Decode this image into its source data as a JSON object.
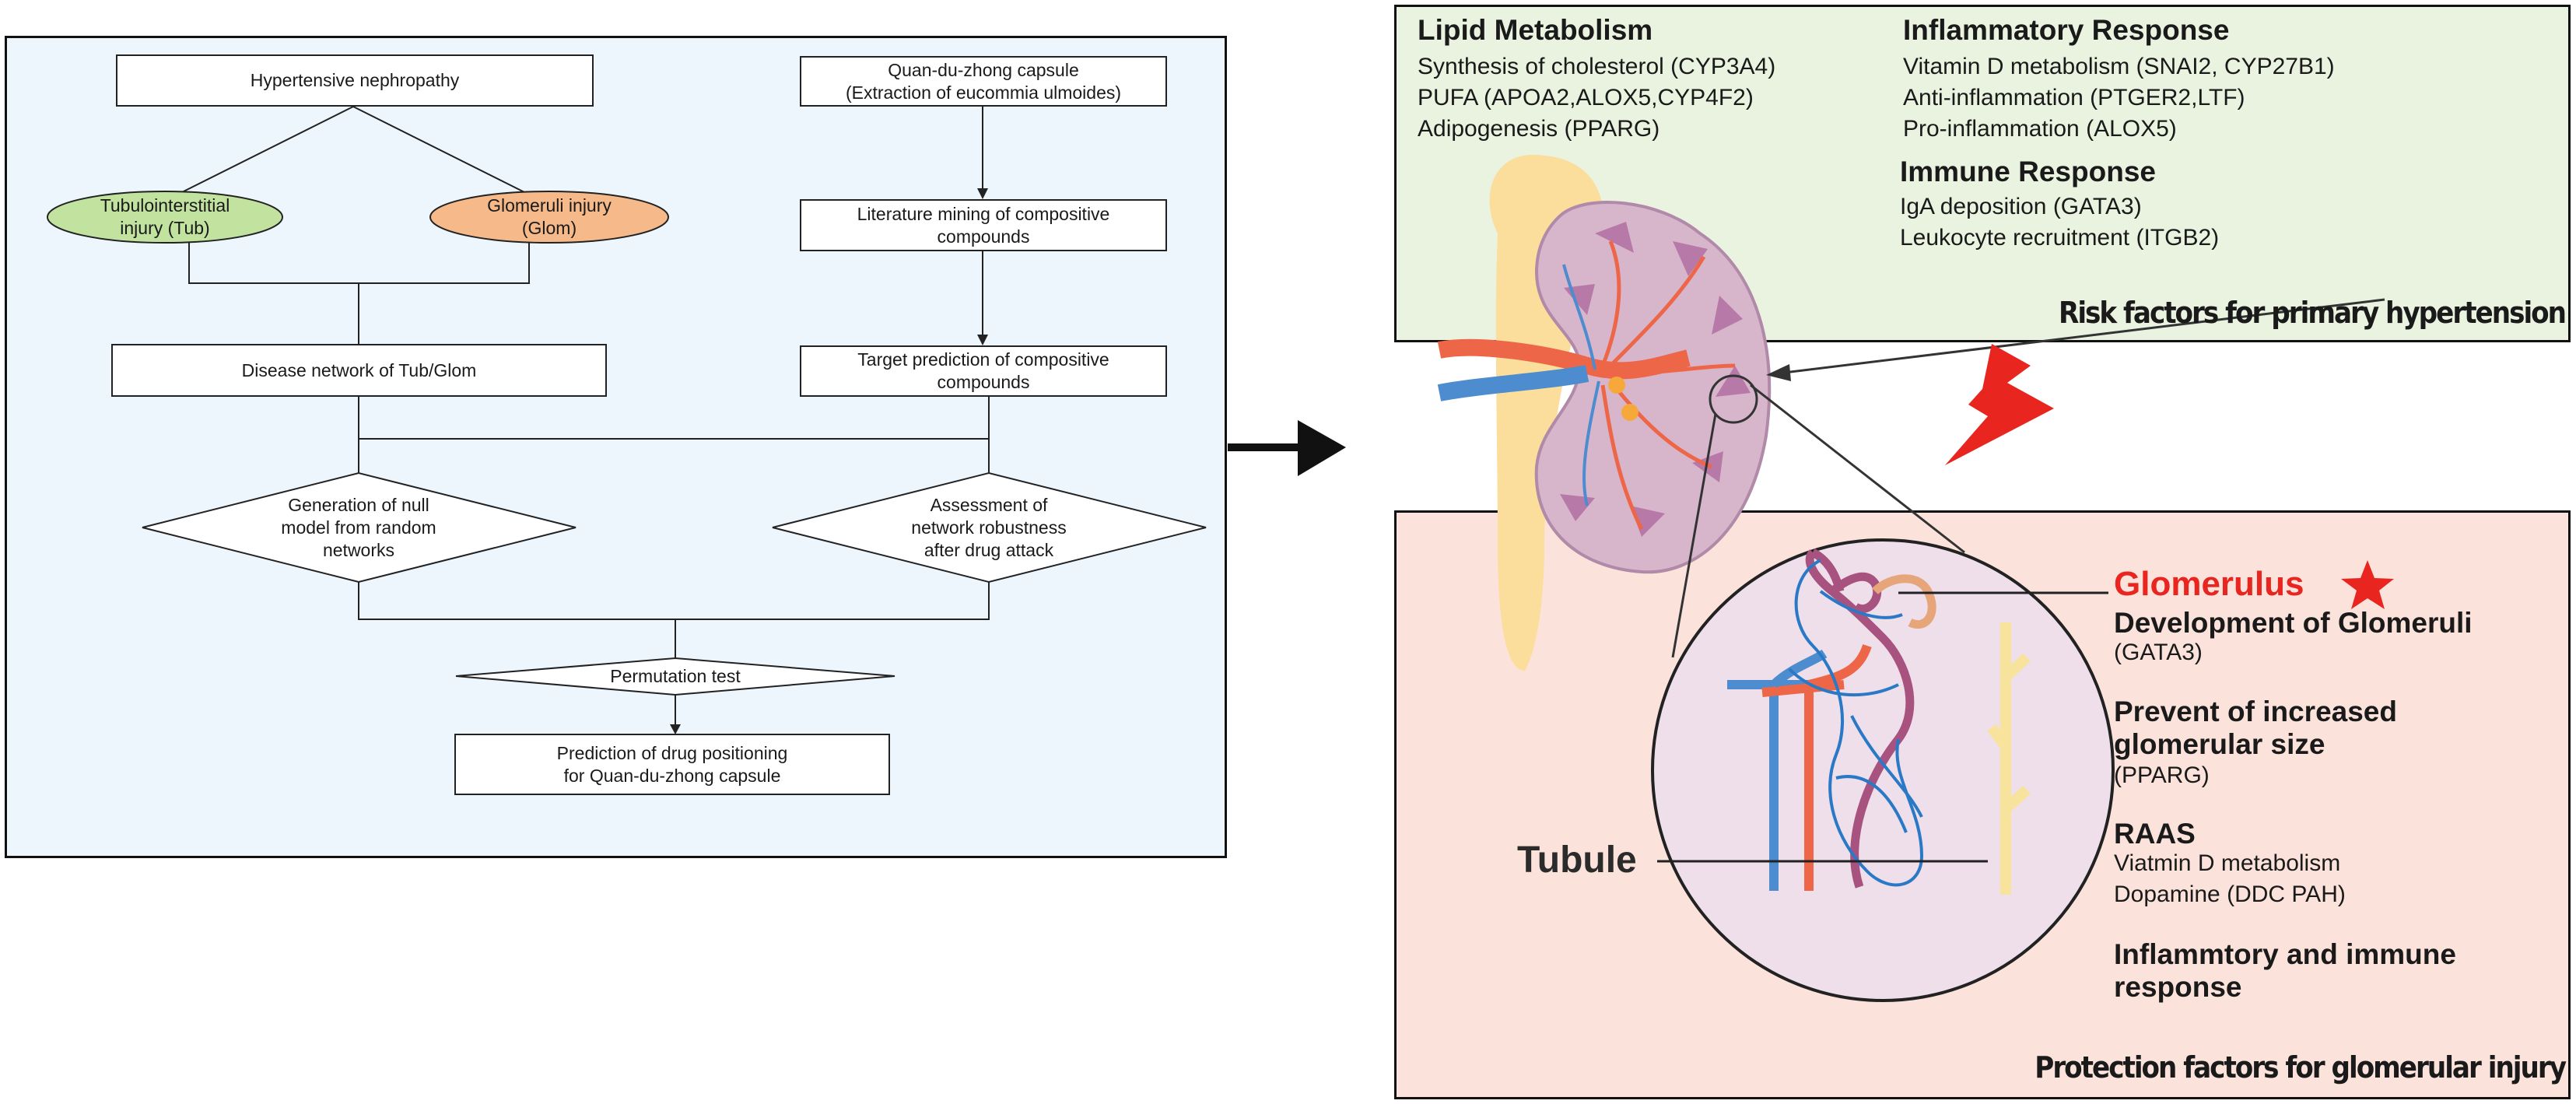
{
  "colors": {
    "flow_panel_bg": "#eef6fd",
    "top_panel_bg": "#eaf3e0",
    "bottom_panel_bg": "#fbe3dc",
    "tub_fill": "#c2e2a0",
    "glom_fill": "#f5b98a",
    "accent_red": "#e8251f",
    "kidney_fill": "#d7b6cb",
    "artery": "#ee6648",
    "vein": "#4d8ccf",
    "ureter": "#fbdd9c"
  },
  "flowchart": {
    "hypertensive_nephropathy": "Hypertensive nephropathy",
    "tub_line1": "Tubulointerstitial",
    "tub_line2": "injury (Tub)",
    "glom_line1": "Glomeruli injury",
    "glom_line2": "(Glom)",
    "disease_network": "Disease network of Tub/Glom",
    "capsule_line1": "Quan-du-zhong capsule",
    "capsule_line2": "(Extraction of eucommia ulmoides)",
    "lit_line1": "Literature mining of compositive",
    "lit_line2": "compounds",
    "target_line1": "Target prediction of compositive",
    "target_line2": "compounds",
    "null_line1": "Generation of null",
    "null_line2": "model from random",
    "null_line3": "networks",
    "robust_line1": "Assessment of",
    "robust_line2": "network robustness",
    "robust_line3": "after drug attack",
    "permutation": "Permutation test",
    "prediction_line1": "Prediction of drug positioning",
    "prediction_line2": "for Quan-du-zhong capsule"
  },
  "risk_panel": {
    "lipid_heading": "Lipid Metabolism",
    "lipid_items": [
      "Synthesis of cholesterol (CYP3A4)",
      "PUFA (APOA2,ALOX5,CYP4F2)",
      "Adipogenesis (PPARG)"
    ],
    "inflam_heading": "Inflammatory Response",
    "inflam_items": [
      "Vitamin D metabolism (SNAI2, CYP27B1)",
      "Anti-inflammation (PTGER2,LTF)",
      "Pro-inflammation (ALOX5)"
    ],
    "immune_heading": "Immune Response",
    "immune_items": [
      "IgA deposition (GATA3)",
      "Leukocyte recruitment (ITGB2)"
    ],
    "title": "Risk factors for primary hypertension"
  },
  "protection_panel": {
    "glomerulus": "Glomerulus",
    "development_heading": "Development of Glomeruli",
    "development_sub": "(GATA3)",
    "prevent_heading_line1": "Prevent of increased",
    "prevent_heading_line2": "glomerular size",
    "prevent_sub": "(PPARG)",
    "raas_heading": "RAAS",
    "raas_items": [
      "Viatmin D metabolism",
      "Dopamine (DDC PAH)"
    ],
    "inflam_heading_line1": "Inflammtory and immune",
    "inflam_heading_line2": "response",
    "title": "Protection factors for glomerular injury",
    "tubule": "Tubule"
  }
}
